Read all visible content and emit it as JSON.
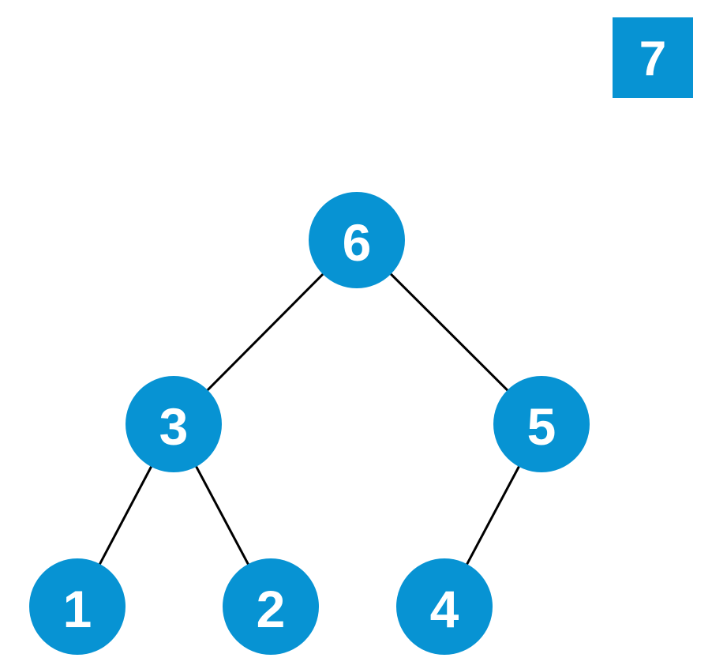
{
  "colors": {
    "node_fill": "#0793D3",
    "node_text": "#ffffff",
    "edge": "#000000",
    "background": "#ffffff"
  },
  "pending_item": {
    "label": "7"
  },
  "tree": {
    "nodes": [
      {
        "id": "n6",
        "label": "6"
      },
      {
        "id": "n3",
        "label": "3"
      },
      {
        "id": "n5",
        "label": "5"
      },
      {
        "id": "n1",
        "label": "1"
      },
      {
        "id": "n2",
        "label": "2"
      },
      {
        "id": "n4",
        "label": "4"
      }
    ],
    "edges": [
      {
        "from": "n6",
        "to": "n3"
      },
      {
        "from": "n6",
        "to": "n5"
      },
      {
        "from": "n3",
        "to": "n1"
      },
      {
        "from": "n3",
        "to": "n2"
      },
      {
        "from": "n5",
        "to": "n4"
      }
    ]
  }
}
